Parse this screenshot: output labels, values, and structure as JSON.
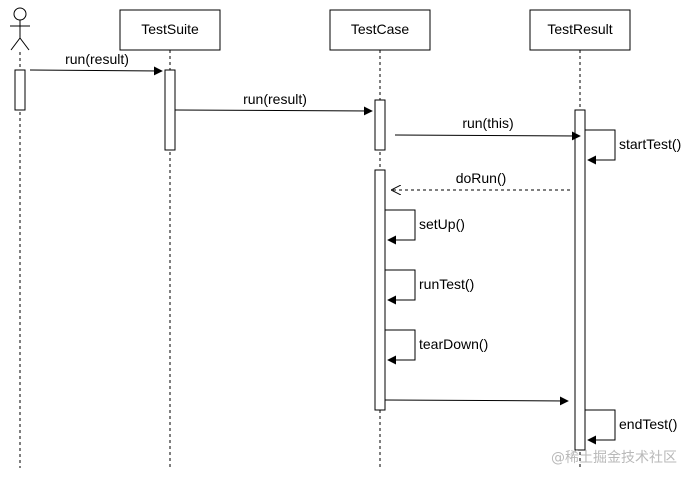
{
  "participants": [
    {
      "id": "actor",
      "type": "actor",
      "label": ""
    },
    {
      "id": "testsuite",
      "type": "box",
      "label": "TestSuite"
    },
    {
      "id": "testcase",
      "type": "box",
      "label": "TestCase"
    },
    {
      "id": "testresult",
      "type": "box",
      "label": "TestResult"
    }
  ],
  "messages": [
    {
      "id": "m1",
      "from": "actor",
      "to": "testsuite",
      "label": "run(result)",
      "kind": "sync"
    },
    {
      "id": "m2",
      "from": "testsuite",
      "to": "testcase",
      "label": "run(result)",
      "kind": "sync"
    },
    {
      "id": "m3",
      "from": "testcase",
      "to": "testresult",
      "label": "run(this)",
      "kind": "sync"
    },
    {
      "id": "m4",
      "from": "testresult",
      "to": "testresult",
      "label": "startTest()",
      "kind": "self"
    },
    {
      "id": "m5",
      "from": "testresult",
      "to": "testcase",
      "label": "doRun()",
      "kind": "return"
    },
    {
      "id": "m6",
      "from": "testcase",
      "to": "testcase",
      "label": "setUp()",
      "kind": "self"
    },
    {
      "id": "m7",
      "from": "testcase",
      "to": "testcase",
      "label": "runTest()",
      "kind": "self"
    },
    {
      "id": "m8",
      "from": "testcase",
      "to": "testcase",
      "label": "tearDown()",
      "kind": "self"
    },
    {
      "id": "m9",
      "from": "testcase",
      "to": "testresult",
      "label": "",
      "kind": "sync"
    },
    {
      "id": "m10",
      "from": "testresult",
      "to": "testresult",
      "label": "endTest()",
      "kind": "self"
    }
  ],
  "watermark": "@稀土掘金技术社区",
  "colors": {
    "line": "#000000",
    "box_fill": "#ffffff",
    "watermark": "#b9b9b9"
  }
}
